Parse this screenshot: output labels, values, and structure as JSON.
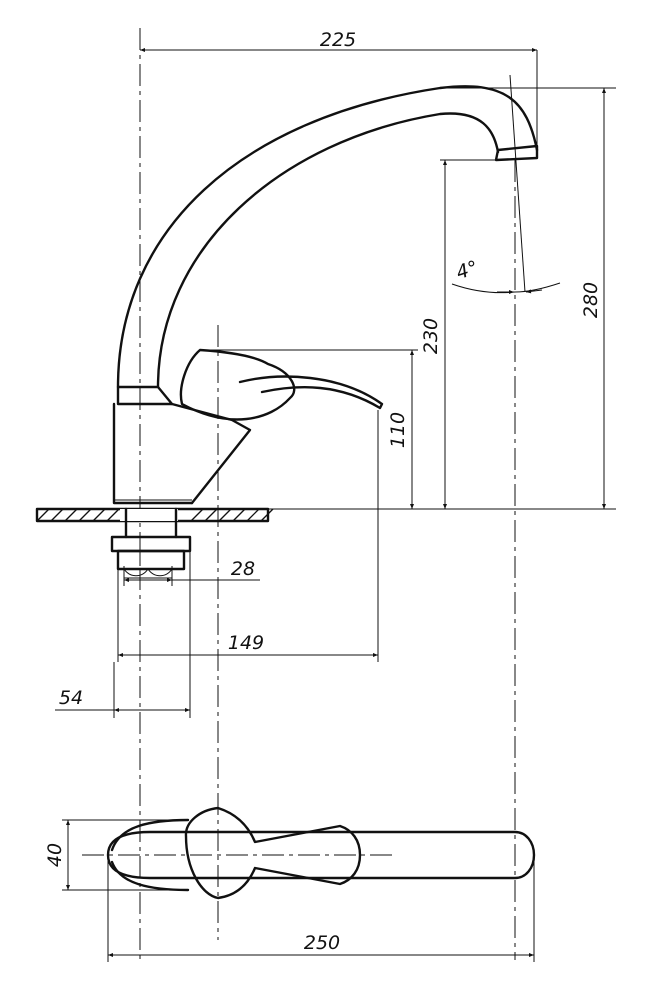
{
  "dimensions": {
    "top_width": "225",
    "angle": "4°",
    "height_total": "280",
    "height_spout": "230",
    "height_lever": "110",
    "pipe_diameter": "28",
    "lever_reach": "149",
    "base_width": "54",
    "plan_width": "40",
    "plan_length": "250"
  },
  "colors": {
    "line": "#111111",
    "background": "#ffffff"
  }
}
